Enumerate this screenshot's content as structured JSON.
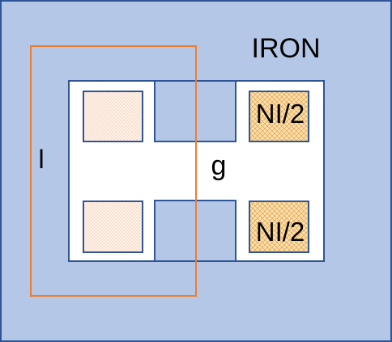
{
  "labels": {
    "material": "IRON",
    "path_length": "l",
    "gap": "g",
    "coil_top_right": "NI/2",
    "coil_bottom_right": "NI/2"
  },
  "colors": {
    "iron_fill": "#b4c7e7",
    "iron_border": "#2f5597",
    "window_fill": "#ffffff",
    "coil_plain_fill": "#fbe5d6",
    "coil_hatched_fill": "#f8cb8a",
    "path_line": "#ed7d31"
  }
}
